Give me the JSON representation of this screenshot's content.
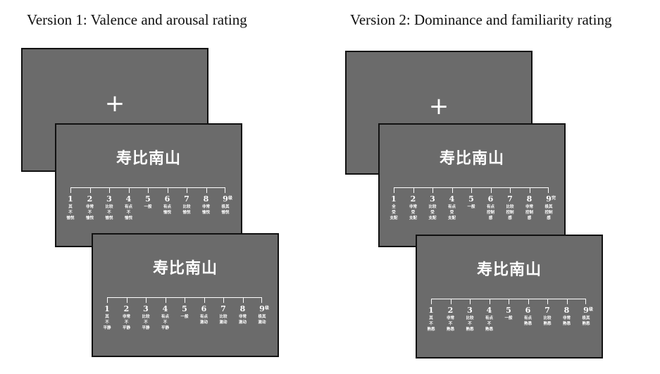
{
  "headings": {
    "v1": "Version 1: Valence and arousal rating",
    "v2": "Version 2: Dominance and familiarity rating"
  },
  "fixation": "+",
  "word": "寿比南山",
  "scale_numbers": [
    "1",
    "2",
    "3",
    "4",
    "5",
    "6",
    "7",
    "8",
    "9"
  ],
  "scales": {
    "valence": {
      "end": "级",
      "labels": [
        "其\n不\n愉悦",
        "非常\n不\n愉悦",
        "比较\n不\n愉悦",
        "有点\n不\n愉悦",
        "一般",
        "有点\n愉悦",
        "比较\n愉悦",
        "非常\n愉悦",
        "极其\n愉悦"
      ]
    },
    "arousal": {
      "end": "级",
      "labels": [
        "其\n不\n平静",
        "非常\n不\n平静",
        "比较\n不\n平静",
        "有点\n不\n平静",
        "一般",
        "有点\n激动",
        "比较\n激动",
        "非常\n激动",
        "极其\n激动"
      ]
    },
    "dominance": {
      "end": "完",
      "labels": [
        "全\n受\n支配",
        "非常\n受\n支配",
        "比较\n受\n支配",
        "有点\n受\n支配",
        "一般",
        "有点\n控制\n感",
        "比较\n控制\n感",
        "非常\n控制\n感",
        "极其\n控制\n感"
      ]
    },
    "familiarity": {
      "end": "级",
      "labels": [
        "其\n不\n熟悉",
        "非常\n不\n熟悉",
        "比较\n不\n熟悉",
        "有点\n不\n熟悉",
        "一般",
        "有点\n熟悉",
        "比较\n熟悉",
        "非常\n熟悉",
        "极其\n熟悉"
      ]
    }
  },
  "colors": {
    "slide_bg": "#6b6b6b",
    "slide_border": "#111111",
    "text": "#ffffff"
  }
}
